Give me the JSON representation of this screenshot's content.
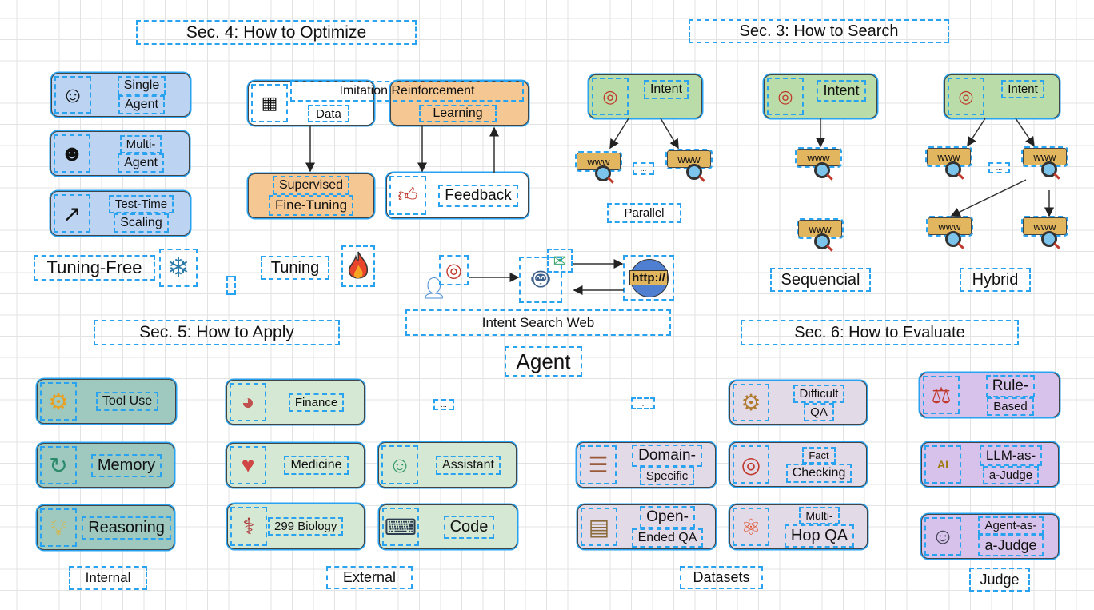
{
  "sections": {
    "sec4": "Sec. 4: How to Optimize",
    "sec3": "Sec. 3: How to Search",
    "sec5": "Sec. 5: How to Apply",
    "sec6": "Sec. 6: How to Evaluate"
  },
  "optimize": {
    "single_agent": [
      "Single",
      "Agent"
    ],
    "multi_agent": [
      "Multi-",
      "Agent"
    ],
    "test_time": [
      "Test-Time",
      "Scaling"
    ],
    "tuning_free": "Tuning-Free",
    "imitation": "Imitation",
    "reinforcement": "Reinforcement",
    "data": "Data",
    "learning": "Learning",
    "sft": [
      "Supervised",
      "Fine-Tuning"
    ],
    "feedback": "Feedback",
    "tuning": "Tuning"
  },
  "search": {
    "intent": "Intent",
    "www": "www",
    "ellipsis": "...",
    "parallel": "Parallel",
    "sequencial": "Sequencial",
    "hybrid": "Hybrid"
  },
  "center": {
    "http": "http://",
    "intent_search_web": "Intent Search Web",
    "agent": "Agent"
  },
  "apply": {
    "tool_use": "Tool Use",
    "memory": "Memory",
    "reasoning": "Reasoning",
    "internal": "Internal",
    "finance": "Finance",
    "medicine": "Medicine",
    "biology": "299 Biology",
    "assistant": "Assistant",
    "code": "Code",
    "external": "External",
    "ellipsis": "..."
  },
  "evaluate": {
    "difficult_qa": [
      "Difficult",
      "QA"
    ],
    "domain_specific": [
      "Domain-",
      "Specific"
    ],
    "fact_checking": [
      "Fact",
      "Checking"
    ],
    "open_ended": [
      "Open-",
      "Ended QA"
    ],
    "multi_hop": [
      "Multi-",
      "Hop QA"
    ],
    "datasets": "Datasets",
    "rule_based": [
      "Rule-",
      "Based"
    ],
    "llm_judge": [
      "LLM-as-",
      "a-Judge"
    ],
    "agent_judge": [
      "Agent-as-",
      "a-Judge"
    ],
    "judge": "Judge",
    "ellipsis": "..."
  },
  "colors": {
    "selection": "#29a3f0",
    "optimize_tuning_free": "#bcd3f2",
    "tuning": "#f5c893",
    "intent": "#b9dca8",
    "internal": "#9fc8bf",
    "external": "#d5e8d4",
    "datasets": "#e3dae8",
    "judge": "#d6c2ea"
  }
}
